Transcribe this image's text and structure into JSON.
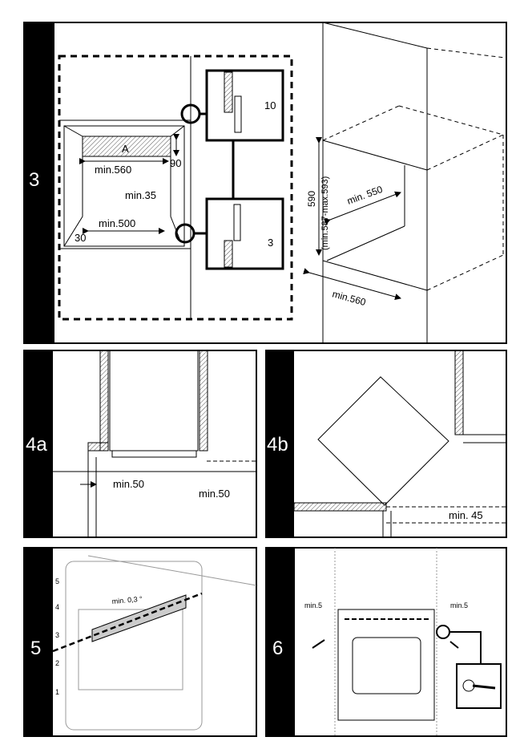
{
  "panels": {
    "p3": {
      "label": "3",
      "dims": {
        "a": "A",
        "w560": "min.560",
        "h90": "90",
        "d35": "min.35",
        "w500": "min.500",
        "s30": "30",
        "gap10": "10",
        "gap3": "3",
        "h590": "590",
        "h_range": "(min.587-max.593)",
        "depth550": "min. 550",
        "width560": "min.560"
      }
    },
    "p4a": {
      "label": "4a",
      "dim_left": "min.50",
      "dim_bottom": "min.50"
    },
    "p4b": {
      "label": "4b",
      "dim": "min. 45"
    },
    "p5": {
      "label": "5",
      "angle": "min. 0,3 °",
      "levels": [
        "5",
        "4",
        "3",
        "2",
        "1"
      ]
    },
    "p6": {
      "label": "6",
      "dim_left": "min.5",
      "dim_right": "min.5"
    }
  }
}
